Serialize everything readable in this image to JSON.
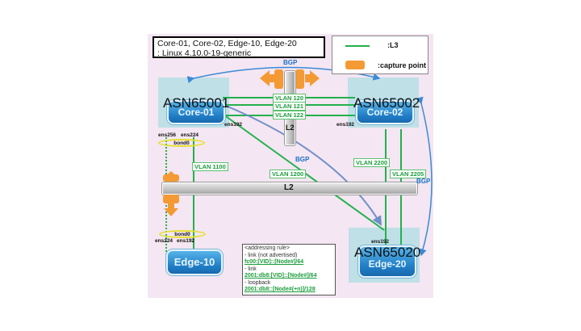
{
  "info_box": {
    "line1": "Core-01, Core-02, Edge-10, Edge-20",
    "line2": " :  Linux 4.10.0-19-generic"
  },
  "legend": {
    "l3_label": ":L3",
    "capture_label": ":capture point"
  },
  "nodes": {
    "core01": {
      "asn": "ASN65001",
      "name": "Core-01"
    },
    "core02": {
      "asn": "ASN65002",
      "name": "Core-02"
    },
    "edge10": {
      "name": "Edge-10"
    },
    "edge20": {
      "asn": "ASN65020",
      "name": "Edge-20"
    }
  },
  "vlans": [
    "VLAN 120",
    "VLAN 121",
    "VLAN 122",
    "VLAN 1100",
    "VLAN 1200",
    "VLAN 2200",
    "VLAN 2205"
  ],
  "bgp_labels": [
    "BGP",
    "BGP",
    "BGP"
  ],
  "l2_labels": [
    "L2",
    "L2"
  ],
  "interfaces": {
    "core01_ens192": "ens192",
    "core01_ens256": "ens256",
    "core01_ens224": "ens224",
    "core01_bond": "bond0",
    "core02_ens192": "ens192",
    "edge10_bond": "bond0",
    "edge10_ens224": "ens224",
    "edge10_ens192": "ens192",
    "edge20_ens192": "ens192"
  },
  "addressing": {
    "title": "<addressing rule>",
    "item1_label": " - link (not advertised)",
    "item1_value": "fc00:[VID]::[Node#]/64",
    "item2_label": " - link",
    "item2_value": "2001:db8:[VID]::[Node#]/64",
    "item3_label": " - loopback",
    "item3_value": "2001:db8::[Node#(+n)]/128"
  },
  "colors": {
    "l3": "#22b14c",
    "bgp": "#3a8ad6",
    "capture": "#f39a35",
    "background": "#f4e6f2"
  }
}
